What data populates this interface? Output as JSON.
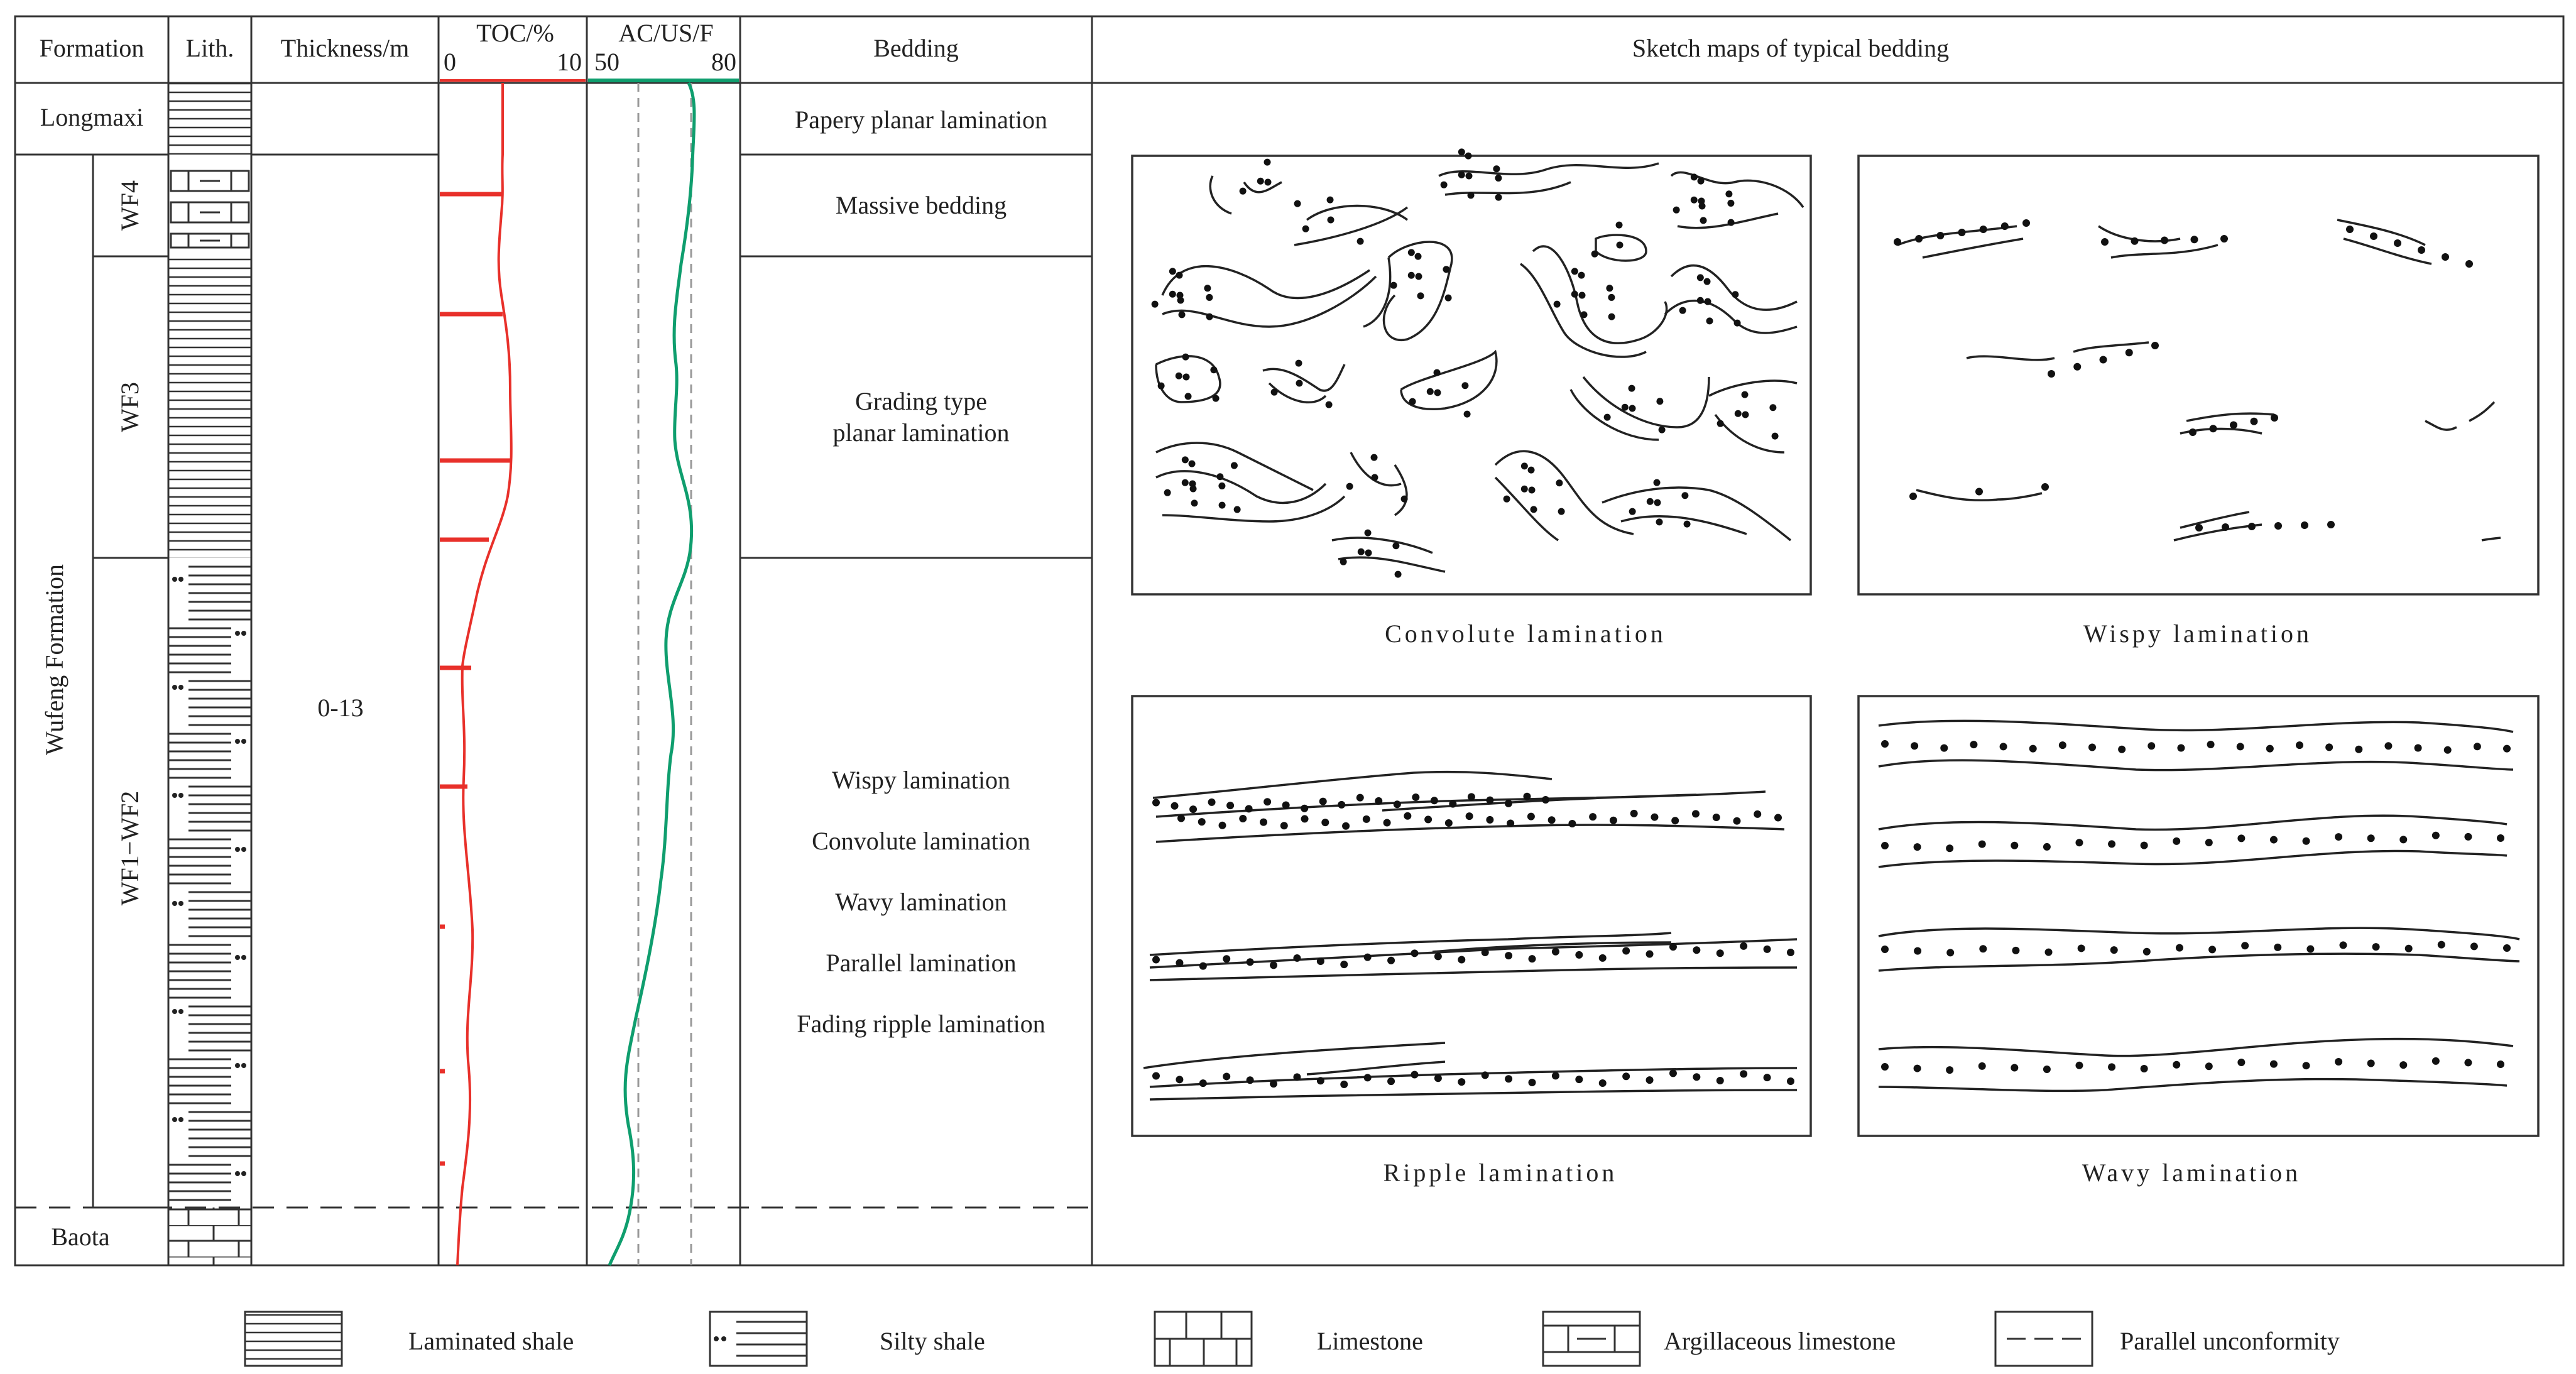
{
  "header": {
    "formation": "Formation",
    "lith": "Lith.",
    "thickness": "Thickness/m",
    "toc": {
      "label": "TOC/%",
      "min": "0",
      "max": "10"
    },
    "ac": {
      "label": "AC/US/F",
      "min": "50",
      "max": "80"
    },
    "bedding": "Bedding",
    "sketch": "Sketch maps of typical bedding"
  },
  "formations": {
    "longmaxi": "Longmaxi",
    "wufeng": "Wufeng Formation",
    "baota": "Baota",
    "wf4": "WF4",
    "wf3": "WF3",
    "wf12": "WF1−WF2"
  },
  "thickness_value": "0-13",
  "bedding": {
    "longmaxi": "Papery planar lamination",
    "wf4": "Massive bedding",
    "wf3": [
      "Grading type",
      "planar lamination"
    ],
    "wf12": [
      "Wispy lamination",
      "Convolute lamination",
      "Wavy lamination",
      "Parallel lamination",
      "Fading ripple lamination"
    ]
  },
  "sketches": {
    "convolute": "Convolute lamination",
    "wispy": "Wispy lamination",
    "ripple": "Ripple lamination",
    "wavy": "Wavy lamination"
  },
  "legend": {
    "laminated_shale": "Laminated shale",
    "silty_shale": "Silty shale",
    "limestone": "Limestone",
    "argillaceous_limestone": "Argillaceous limestone",
    "parallel_unconformity": "Parallel unconformity"
  },
  "colors": {
    "toc": "#e8302a",
    "ac": "#0f9e6e",
    "line": "#333333"
  }
}
